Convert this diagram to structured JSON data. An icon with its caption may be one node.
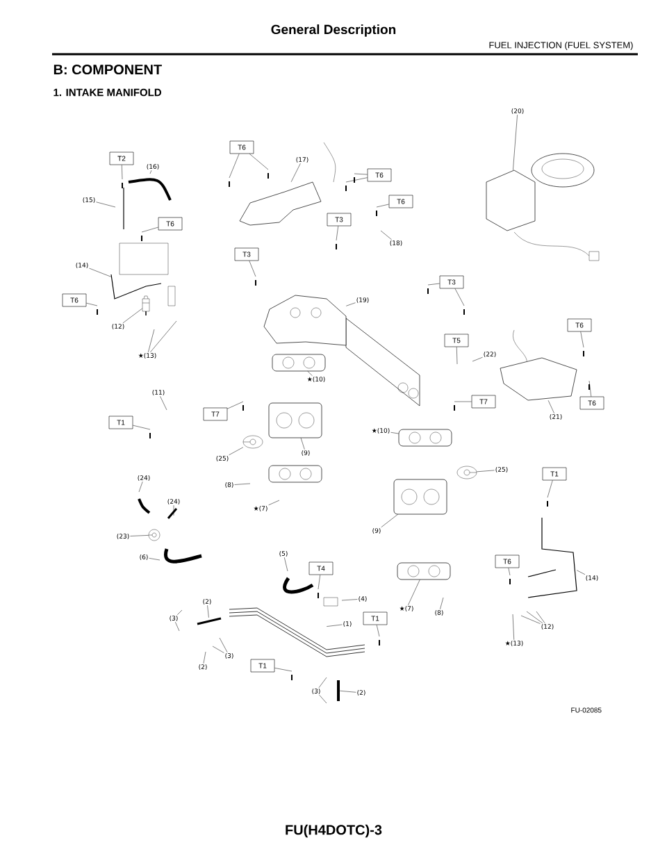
{
  "diagram": {
    "title": "General Description",
    "nodes": [
      {
        "text": [
          "T2"
        ]
      },
      {
        "text": [
          "T6"
        ]
      },
      {
        "text": [
          "T6"
        ]
      },
      {
        "text": [
          "T6"
        ]
      },
      {
        "text": [
          "T6"
        ]
      },
      {
        "text": [
          "T3"
        ]
      },
      {
        "text": [
          "T3"
        ]
      },
      {
        "text": [
          "T6"
        ]
      },
      {
        "text": [
          "T3"
        ]
      },
      {
        "text": [
          "T6"
        ]
      },
      {
        "text": [
          "T5"
        ]
      },
      {
        "text": [
          "T7"
        ]
      },
      {
        "text": [
          "T7"
        ]
      },
      {
        "text": [
          "T1"
        ]
      },
      {
        "text": [
          "T6"
        ]
      },
      {
        "text": [
          "T1"
        ]
      },
      {
        "text": [
          "T6"
        ]
      },
      {
        "text": [
          "T4"
        ]
      },
      {
        "text": [
          "T1"
        ]
      },
      {
        "text": [
          "T1"
        ]
      },
      {
        "text": [
          "(16)"
        ]
      },
      {
        "text": [
          "(15)"
        ]
      },
      {
        "text": [
          "(17)"
        ]
      },
      {
        "text": [
          "(20)"
        ]
      },
      {
        "text": [
          "(14)"
        ]
      },
      {
        "text": [
          "(18)"
        ]
      },
      {
        "text": [
          "(19)"
        ]
      },
      {
        "text": [
          "(12)"
        ]
      },
      {
        "text": [
          "★(13)"
        ]
      },
      {
        "text": [
          "(22)"
        ]
      },
      {
        "text": [
          "★(10)"
        ]
      },
      {
        "text": [
          "(11)"
        ]
      },
      {
        "text": [
          "(21)"
        ]
      },
      {
        "text": [
          "★(10)"
        ]
      },
      {
        "text": [
          "(25)"
        ]
      },
      {
        "text": [
          "(9)"
        ]
      },
      {
        "text": [
          "(25)"
        ]
      },
      {
        "text": [
          "(24)"
        ]
      },
      {
        "text": [
          "(8)"
        ]
      },
      {
        "text": [
          "(24)"
        ]
      },
      {
        "text": [
          "★(7)"
        ]
      },
      {
        "text": [
          "(23)"
        ]
      },
      {
        "text": [
          "(9)"
        ]
      },
      {
        "text": [
          "(6)"
        ]
      },
      {
        "text": [
          "(5)"
        ]
      },
      {
        "text": [
          "(14)"
        ]
      },
      {
        "text": [
          "(4)"
        ]
      },
      {
        "text": [
          "★(7)"
        ]
      },
      {
        "text": [
          "(8)"
        ]
      },
      {
        "text": [
          "(2)"
        ]
      },
      {
        "text": [
          "(3)"
        ]
      },
      {
        "text": [
          "(12)"
        ]
      },
      {
        "text": [
          "(1)"
        ]
      },
      {
        "text": [
          "(3)"
        ]
      },
      {
        "text": [
          "(2)"
        ]
      },
      {
        "text": [
          "★(13)"
        ]
      },
      {
        "text": [
          "(3)"
        ]
      },
      {
        "text": [
          "(2)"
        ]
      },
      {
        "text": [],
        "shape": "picture"
      },
      {
        "text": [],
        "shape": "picture"
      },
      {
        "text": [],
        "shape": "picture"
      },
      {
        "text": [],
        "shape": "picture"
      },
      {
        "text": [],
        "shape": "picture"
      },
      {
        "text": [],
        "shape": "picture"
      },
      {
        "text": [],
        "shape": "picture"
      },
      {
        "text": [],
        "shape": "picture"
      },
      {
        "text": [],
        "shape": "picture"
      },
      {
        "text": [],
        "shape": "picture"
      },
      {
        "text": [],
        "shape": "picture"
      },
      {
        "text": [],
        "shape": "picture"
      },
      {
        "text": [],
        "shape": "picture"
      },
      {
        "text": [],
        "shape": "picture"
      },
      {
        "text": [],
        "shape": "picture"
      },
      {
        "text": [],
        "shape": "picture"
      },
      {
        "text": [],
        "shape": "picture"
      },
      {
        "text": [],
        "shape": "picture"
      }
    ],
    "edges": [
      {
        "from": 0,
        "to": null,
        "arrow": "none"
      },
      {
        "from": 1,
        "to": null,
        "arrow": "none"
      },
      {
        "from": 1,
        "to": null,
        "arrow": "none"
      },
      {
        "from": 2,
        "to": null,
        "arrow": "none"
      },
      {
        "from": 2,
        "to": null,
        "arrow": "none"
      },
      {
        "from": 3,
        "to": null,
        "arrow": "none"
      },
      {
        "from": 4,
        "to": null,
        "arrow": "none"
      },
      {
        "from": 5,
        "to": null,
        "arrow": "none"
      },
      {
        "from": 6,
        "to": null,
        "arrow": "none"
      },
      {
        "from": 7,
        "to": null,
        "arrow": "none"
      },
      {
        "from": 8,
        "to": null,
        "arrow": "none"
      },
      {
        "from": 8,
        "to": null,
        "arrow": "none"
      },
      {
        "from": 9,
        "to": null,
        "arrow": "none"
      },
      {
        "from": 10,
        "to": null,
        "arrow": "none"
      },
      {
        "from": 11,
        "to": null,
        "arrow": "none"
      },
      {
        "from": 12,
        "to": null,
        "arrow": "none"
      },
      {
        "from": 13,
        "to": null,
        "arrow": "none"
      },
      {
        "from": 14,
        "to": null,
        "arrow": "none"
      },
      {
        "from": 15,
        "to": null,
        "arrow": "none"
      },
      {
        "from": 16,
        "to": null,
        "arrow": "none"
      },
      {
        "from": 17,
        "to": null,
        "arrow": "none"
      },
      {
        "from": 18,
        "to": null,
        "arrow": "none"
      },
      {
        "from": 19,
        "to": null,
        "arrow": "none"
      },
      {
        "from": 20,
        "to": null,
        "arrow": "none"
      },
      {
        "from": 21,
        "to": null,
        "arrow": "none"
      },
      {
        "from": 22,
        "to": 60,
        "arrow": "none"
      },
      {
        "from": 23,
        "to": 61,
        "arrow": "none"
      },
      {
        "from": 24,
        "to": 62,
        "arrow": "none"
      },
      {
        "from": 25,
        "to": null,
        "arrow": "none"
      },
      {
        "from": 26,
        "to": 58,
        "arrow": "none"
      },
      {
        "from": 27,
        "to": 63,
        "arrow": "none"
      },
      {
        "from": 28,
        "to": null,
        "arrow": "none"
      },
      {
        "from": 28,
        "to": null,
        "arrow": "none"
      },
      {
        "from": 29,
        "to": null,
        "arrow": "none"
      },
      {
        "from": 30,
        "to": 64,
        "arrow": "none"
      },
      {
        "from": 31,
        "to": null,
        "arrow": "none"
      },
      {
        "from": 32,
        "to": 75,
        "arrow": "none"
      },
      {
        "from": 33,
        "to": 73,
        "arrow": "none"
      },
      {
        "from": 34,
        "to": 65,
        "arrow": "none"
      },
      {
        "from": 35,
        "to": 66,
        "arrow": "none"
      },
      {
        "from": 36,
        "to": 67,
        "arrow": "none"
      },
      {
        "from": 37,
        "to": null,
        "arrow": "none"
      },
      {
        "from": 38,
        "to": null,
        "arrow": "none"
      },
      {
        "from": 39,
        "to": null,
        "arrow": "none"
      },
      {
        "from": 40,
        "to": null,
        "arrow": "none"
      },
      {
        "from": 41,
        "to": 68,
        "arrow": "none"
      },
      {
        "from": 42,
        "to": 69,
        "arrow": "none"
      },
      {
        "from": 43,
        "to": null,
        "arrow": "none"
      },
      {
        "from": 44,
        "to": null,
        "arrow": "none"
      },
      {
        "from": 45,
        "to": 70,
        "arrow": "none"
      },
      {
        "from": 46,
        "to": null,
        "arrow": "none"
      },
      {
        "from": 47,
        "to": 74,
        "arrow": "none"
      },
      {
        "from": 48,
        "to": null,
        "arrow": "none"
      },
      {
        "from": 49,
        "to": 71,
        "arrow": "none"
      },
      {
        "from": 50,
        "to": null,
        "arrow": "none"
      },
      {
        "from": 50,
        "to": null,
        "arrow": "none"
      },
      {
        "from": 51,
        "to": null,
        "arrow": "none"
      },
      {
        "from": 51,
        "to": null,
        "arrow": "none"
      },
      {
        "from": 51,
        "to": null,
        "arrow": "none"
      },
      {
        "from": 52,
        "to": 59,
        "arrow": "none"
      },
      {
        "from": 53,
        "to": null,
        "arrow": "none"
      },
      {
        "from": 53,
        "to": null,
        "arrow": "none"
      },
      {
        "from": 54,
        "to": null,
        "arrow": "none"
      },
      {
        "from": 55,
        "to": null,
        "arrow": "none"
      },
      {
        "from": 56,
        "to": null,
        "arrow": "none"
      },
      {
        "from": 56,
        "to": null,
        "arrow": "none"
      },
      {
        "from": 57,
        "to": 72,
        "arrow": "none"
      }
    ],
    "labels": [
      "FUEL INJECTION (FUEL SYSTEM)",
      "B: COMPONENT",
      "1. INTAKE MANIFOLD",
      "FU-02085",
      "FU(H4DOTC)-3"
    ]
  }
}
